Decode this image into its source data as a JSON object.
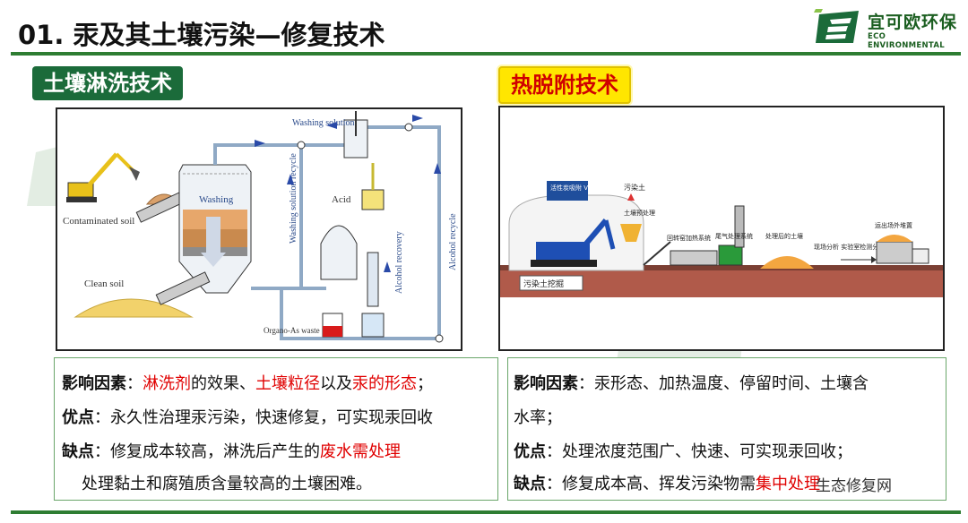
{
  "header": {
    "title": "01. 汞及其土壤污染—修复技术",
    "logo_text": "宜可欧环保",
    "logo_subtext": "ECO ENVIRONMENTAL"
  },
  "left": {
    "tag": "土壤淋洗技术",
    "diagram_labels": {
      "washing_solution": "Washing solution",
      "washing": "Washing",
      "contaminated_soil": "Contaminated soil",
      "clean_soil": "Clean soil",
      "acid": "Acid",
      "washing_recycle": "Washing solution recycle",
      "alcohol_recovery": "Alcohol recovery",
      "alcohol_recycle": "Alcohol recycle",
      "organo_as_waste": "Organo-As waste"
    },
    "factors_label": "影响因素",
    "factors_sep": "：",
    "factors_parts": [
      "淋洗剂",
      "的效果、",
      "土壤粒径",
      "以及",
      "汞的形态",
      "；"
    ],
    "adv_label": "优点",
    "adv_text": "：永久性治理汞污染，快速修复，可实现汞回收",
    "dis_label": "缺点",
    "dis_text": "：修复成本较高，淋洗后产生的",
    "dis_red": "废水需处理",
    "dis_text2": "处理黏土和腐殖质含量较高的土壤困难。"
  },
  "right": {
    "tag": "热脱附技术",
    "diagram_labels": {
      "vocs_box": "活性炭吸附 VOCs",
      "contaminated_soil": "污染土",
      "soil_pretreat": "土壤预处理",
      "kiln": "回转窑加热系统",
      "tail_gas": "尾气处理系统",
      "treated_soil": "处理后的土壤",
      "site_analysis": "现场分析 实验室检测分析确认",
      "transport": "运出场外堆置",
      "excavation": "污染土挖掘"
    },
    "factors_label": "影响因素",
    "factors_text": "：汞形态、加热温度、停留时间、土壤含",
    "factors_text2": "水率；",
    "adv_label": "优点",
    "adv_text": "：处理浓度范围广、快速、可实现汞回收；",
    "dis_label": "缺点",
    "dis_text": "：修复成本高、挥发污染物需",
    "dis_red": "集中处理"
  },
  "watermark": "生态修复网",
  "colors": {
    "brand_green": "#1b6b3a",
    "rule_green": "#2e7d32",
    "accent_red": "#e00000",
    "tag_yellow": "#ffe600"
  }
}
